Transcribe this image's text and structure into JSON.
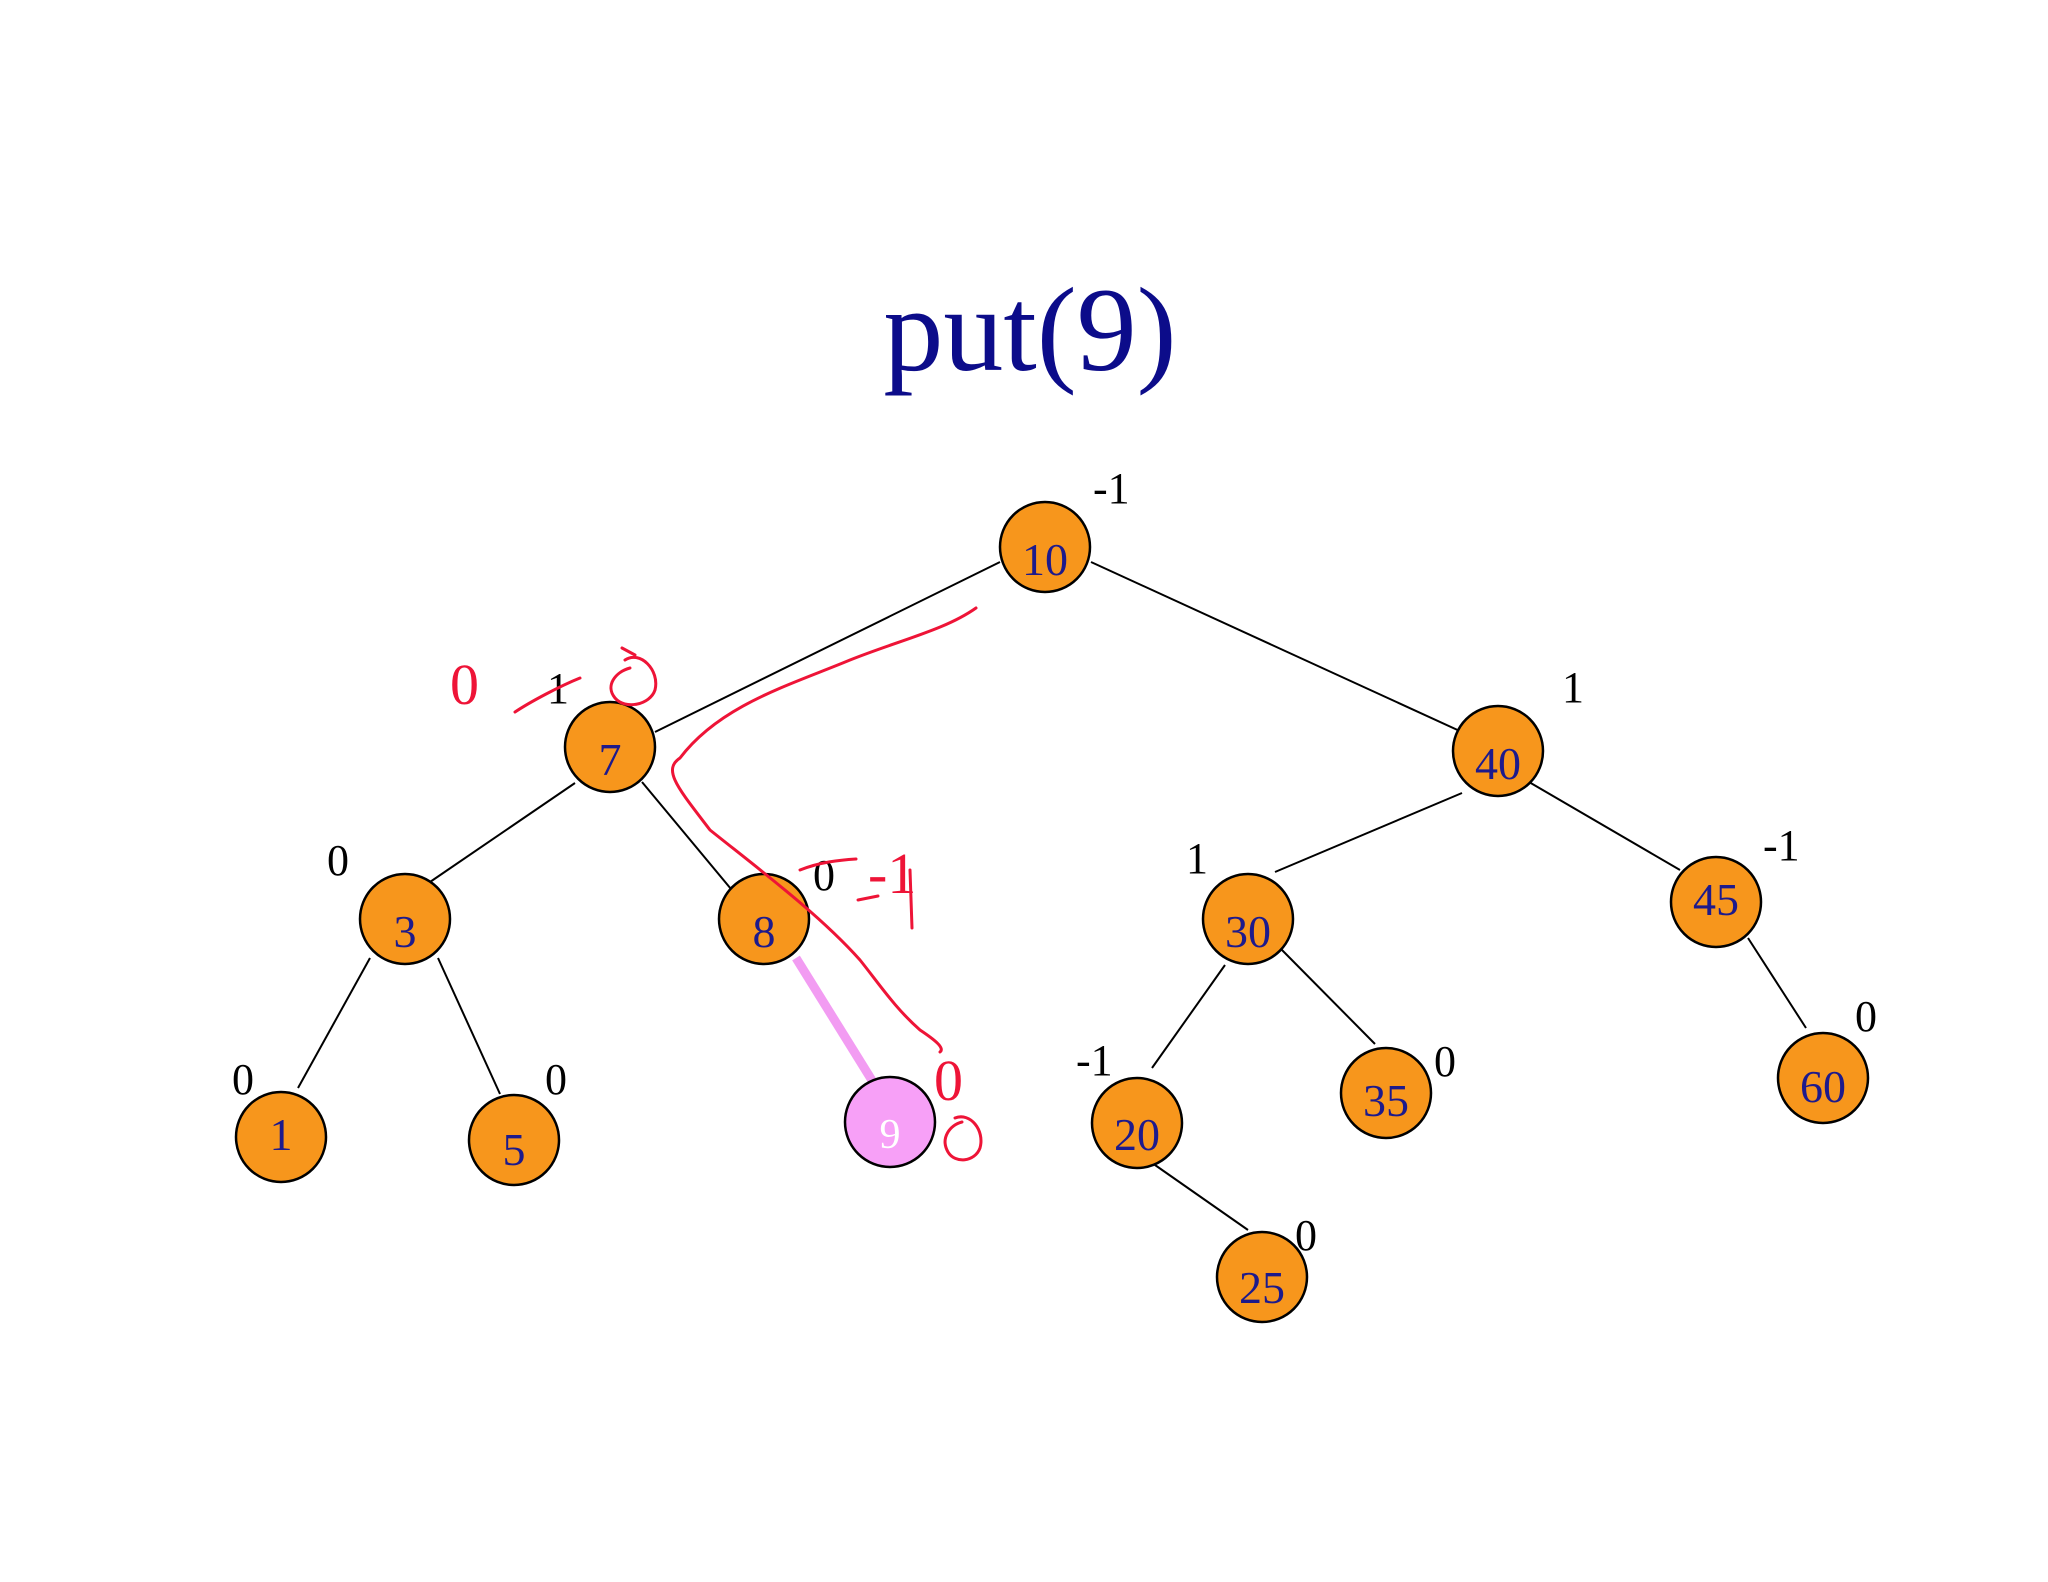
{
  "title": "put(9)",
  "nodes": [
    {
      "id": "10",
      "label": "10",
      "balance_factor": "-1"
    },
    {
      "id": "7",
      "label": "7",
      "balance_factor": "1"
    },
    {
      "id": "40",
      "label": "40",
      "balance_factor": "1"
    },
    {
      "id": "3",
      "label": "3",
      "balance_factor": "0"
    },
    {
      "id": "8",
      "label": "8",
      "balance_factor": "0"
    },
    {
      "id": "30",
      "label": "30",
      "balance_factor": "1"
    },
    {
      "id": "45",
      "label": "45",
      "balance_factor": "-1"
    },
    {
      "id": "1",
      "label": "1",
      "balance_factor": "0"
    },
    {
      "id": "5",
      "label": "5",
      "balance_factor": "0"
    },
    {
      "id": "9",
      "label": "9",
      "balance_factor": ""
    },
    {
      "id": "20",
      "label": "20",
      "balance_factor": "-1"
    },
    {
      "id": "35",
      "label": "35",
      "balance_factor": "0"
    },
    {
      "id": "60",
      "label": "60",
      "balance_factor": "0"
    },
    {
      "id": "25",
      "label": "25",
      "balance_factor": "0"
    }
  ],
  "edges": [
    {
      "from": "10",
      "to": "7"
    },
    {
      "from": "10",
      "to": "40"
    },
    {
      "from": "7",
      "to": "3"
    },
    {
      "from": "7",
      "to": "8"
    },
    {
      "from": "3",
      "to": "1"
    },
    {
      "from": "3",
      "to": "5"
    },
    {
      "from": "8",
      "to": "9",
      "highlight": true
    },
    {
      "from": "40",
      "to": "30"
    },
    {
      "from": "40",
      "to": "45"
    },
    {
      "from": "30",
      "to": "20"
    },
    {
      "from": "30",
      "to": "35"
    },
    {
      "from": "20",
      "to": "25"
    },
    {
      "from": "45",
      "to": "60"
    }
  ],
  "annotations": {
    "node7_new_bf": "0",
    "node8_new_bf": "-1",
    "node9_bf": "0"
  },
  "colors": {
    "node_fill": "#f7961c",
    "new_node_fill": "#f7a0f7",
    "highlight_edge": "#f29cf2",
    "title": "#0c0c8a",
    "node_text": "#1d1a8c",
    "ink": "#ee1437"
  }
}
